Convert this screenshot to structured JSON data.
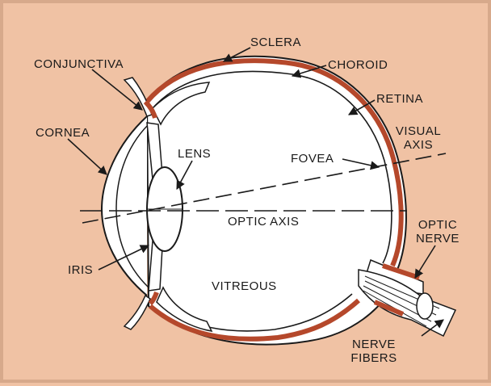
{
  "colors": {
    "background": "#f0c2a4",
    "border": "#d7a98b",
    "tissue": "#b5482b",
    "line": "#1a1a1a",
    "fill": "#ffffff"
  },
  "labels": {
    "sclera": "SCLERA",
    "conjunctiva": "CONJUNCTIVA",
    "choroid": "CHOROID",
    "retina": "RETINA",
    "cornea": "CORNEA",
    "visual_axis_line1": "VISUAL",
    "visual_axis_line2": "AXIS",
    "lens": "LENS",
    "fovea": "FOVEA",
    "optic_axis": "OPTIC AXIS",
    "optic_nerve_line1": "OPTIC",
    "optic_nerve_line2": "NERVE",
    "iris": "IRIS",
    "vitreous": "VITREOUS",
    "nerve_fibers_line1": "NERVE",
    "nerve_fibers_line2": "FIBERS"
  }
}
